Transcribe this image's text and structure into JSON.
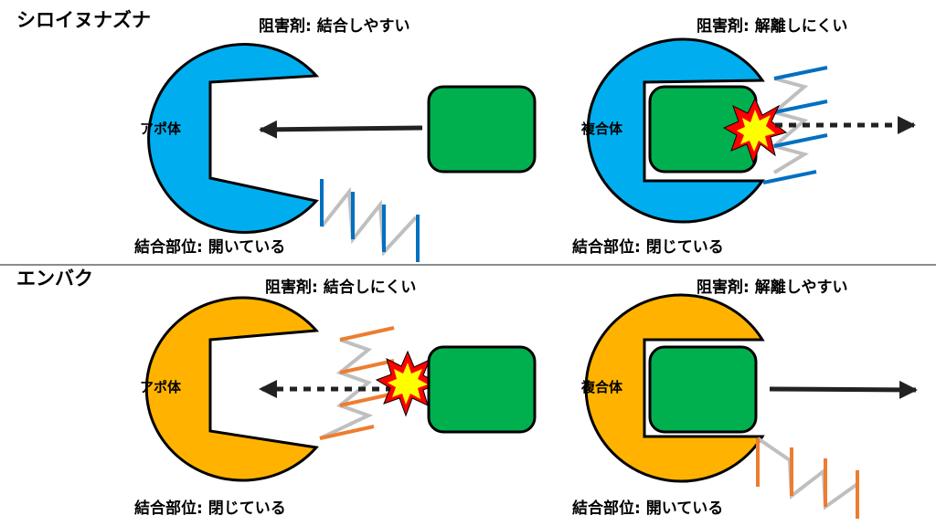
{
  "section_top": {
    "title": "シロイヌナズナ",
    "left": {
      "inhibitor_text": "阻害剤: 結合しやすい",
      "body_label": "アポ体",
      "site_text": "結合部位: 開いている"
    },
    "right": {
      "inhibitor_text": "阻害剤: 解離しにくい",
      "body_label": "複合体",
      "site_text": "結合部位: 閉じている"
    }
  },
  "section_bottom": {
    "title": "エンバク",
    "left": {
      "inhibitor_text": "阻害剤: 結合しにくい",
      "body_label": "アポ体",
      "site_text": "結合部位: 閉じている"
    },
    "right": {
      "inhibitor_text": "阻害剤: 解離しやすい",
      "body_label": "複合体",
      "site_text": "結合部位: 開いている"
    }
  },
  "colors": {
    "top_protein": "#00AEEF",
    "bottom_protein": "#FFB300",
    "inhibitor": "#00B04F",
    "top_spring_accent": "#0070C0",
    "bottom_spring_accent": "#ED7D31",
    "spring_gray": "#BFBFBF",
    "divider": "#8C8C8C",
    "arrow": "#222222",
    "burst_outer": "#FF0000",
    "burst_inner": "#FFFF00"
  }
}
